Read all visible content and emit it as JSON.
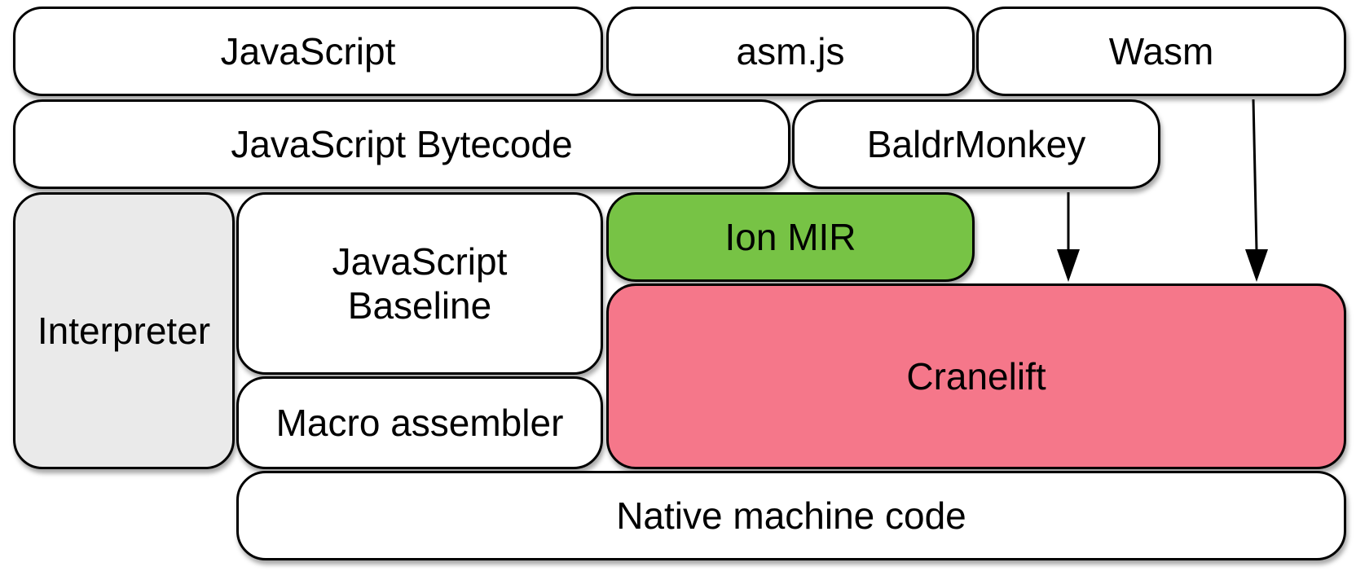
{
  "blocks": {
    "javascript": "JavaScript",
    "asmjs": "asm.js",
    "wasm": "Wasm",
    "bytecode": "JavaScript Bytecode",
    "baldrmonkey": "BaldrMonkey",
    "interpreter": "Interpreter",
    "baseline_line1": "JavaScript",
    "baseline_line2": "Baseline",
    "ion_mir": "Ion MIR",
    "cranelift": "Cranelift",
    "macro_assembler": "Macro assembler",
    "native_code": "Native machine code"
  },
  "colors": {
    "default_fill": "#ffffff",
    "interpreter_fill": "#eaeaea",
    "ion_mir_fill": "#77c345",
    "cranelift_fill": "#f5778a",
    "border": "#000000"
  },
  "arrows": [
    {
      "from": "BaldrMonkey",
      "to": "Cranelift"
    },
    {
      "from": "Wasm",
      "to": "Cranelift"
    }
  ]
}
